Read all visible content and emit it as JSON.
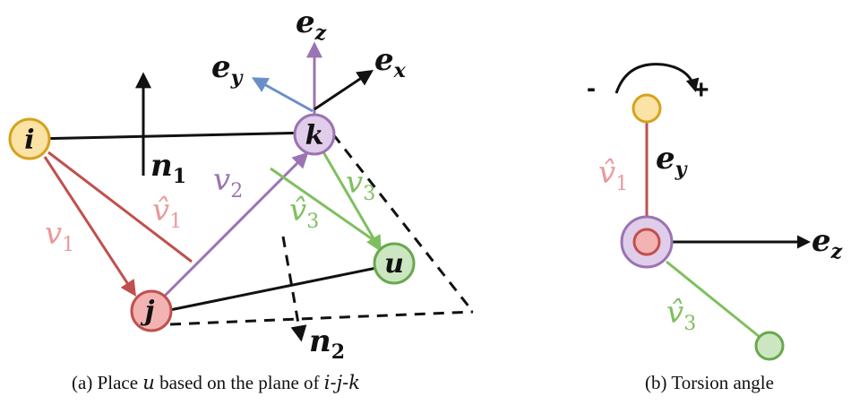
{
  "colors": {
    "i_fill": "#fbe3a6",
    "i_stroke": "#d6a21c",
    "j_fill": "#f3b3b3",
    "j_stroke": "#c0504d",
    "k_fill": "#e0cde9",
    "k_stroke": "#9a74b3",
    "u_fill": "#cde6c2",
    "u_stroke": "#6aa84f",
    "pink_text": "#ea9999",
    "red_arrow": "#c0504d",
    "purple": "#9a74b3",
    "green": "#7fbf5f",
    "blue": "#6a8fc8"
  },
  "panel_a": {
    "caption_prefix": "(a) Place",
    "caption_u": "u",
    "caption_mid": "based on the plane of",
    "caption_ijk": "i-j-k",
    "nodes": {
      "i": "i",
      "j": "j",
      "k": "k",
      "u": "u"
    },
    "labels": {
      "n1_n": "n",
      "n1_sub": "1",
      "n2_n": "n",
      "n2_sub": "2",
      "v1": "v",
      "v1_sub": "1",
      "v1hat": "v̂",
      "v1hat_sub": "1",
      "v2": "v",
      "v2_sub": "2",
      "v3": "v",
      "v3_sub": "3",
      "v3hat": "v̂",
      "v3hat_sub": "3",
      "ez": "e",
      "ez_sub": "z",
      "ex": "e",
      "ex_sub": "x",
      "ey": "e",
      "ey_sub": "y"
    }
  },
  "panel_b": {
    "caption": "(b) Torsion angle",
    "minus": "-",
    "plus": "+",
    "v1hat": "v̂",
    "v1hat_sub": "1",
    "ey": "e",
    "ey_sub": "y",
    "ez": "e",
    "ez_sub": "z",
    "v3hat": "v̂",
    "v3hat_sub": "3"
  }
}
